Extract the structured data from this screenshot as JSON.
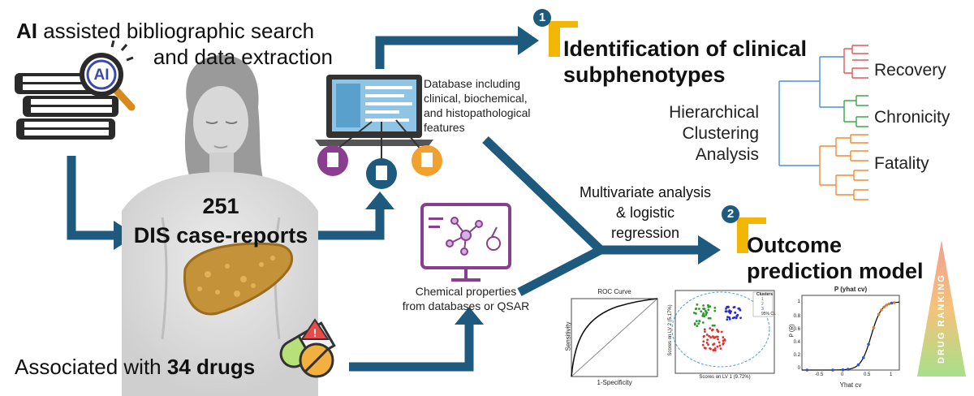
{
  "ai_search": {
    "prefix": "AI",
    "line1_rest": " assisted bibliographic search",
    "line2": "and data extraction",
    "badge": "AI"
  },
  "case_reports": {
    "count": "251",
    "label": "DIS case-reports"
  },
  "drugs": {
    "prefix": "Associated with ",
    "count": "34 drugs"
  },
  "database": {
    "lines": [
      "Database including",
      "clinical, biochemical,",
      "and histopathological",
      "features"
    ]
  },
  "chemical": {
    "lines": [
      "Chemical properties",
      "from databases or QSAR"
    ]
  },
  "multivariate": {
    "lines": [
      "Multivariate  analysis",
      "& logistic",
      "regression"
    ]
  },
  "step1": {
    "number": "1",
    "lines": [
      "Identification of clinical",
      "subphenotypes"
    ]
  },
  "step2": {
    "number": "2",
    "lines": [
      "Outcome",
      "prediction model"
    ]
  },
  "clustering": {
    "method_lines": [
      "Hierarchical",
      "Clustering",
      "Analysis"
    ],
    "clusters": [
      "Recovery",
      "Chronicity",
      "Fatality"
    ],
    "colors": {
      "recovery": "#e05a5a",
      "chronicity": "#3aa845",
      "fatality": "#f28a30",
      "root": "#4a8fd0"
    }
  },
  "roc": {
    "title": "ROC Curve",
    "xlabel": "1-Specificity",
    "ylabel": "Sensitivity"
  },
  "scores": {
    "xlabel": "Scores on LV 1 (9.72%)",
    "ylabel": "Scores on LV 2 (5.17%)",
    "legend_title": "Clusters",
    "legend": [
      "1",
      "2",
      "3",
      "95% CL"
    ]
  },
  "prob": {
    "title": "P (yhat cv)",
    "xlabel": "Yhat cv",
    "ylabel": "P (R)",
    "xticks": [
      "-0.5",
      "0",
      "0.5",
      "1"
    ],
    "yticks": [
      "0",
      "0.2",
      "0.4",
      "0.6",
      "0.8",
      "1"
    ]
  },
  "ranking": {
    "label": "DRUG RANKING"
  },
  "colors": {
    "arrow": "#1d5a7e",
    "badge": "#f2b705"
  }
}
